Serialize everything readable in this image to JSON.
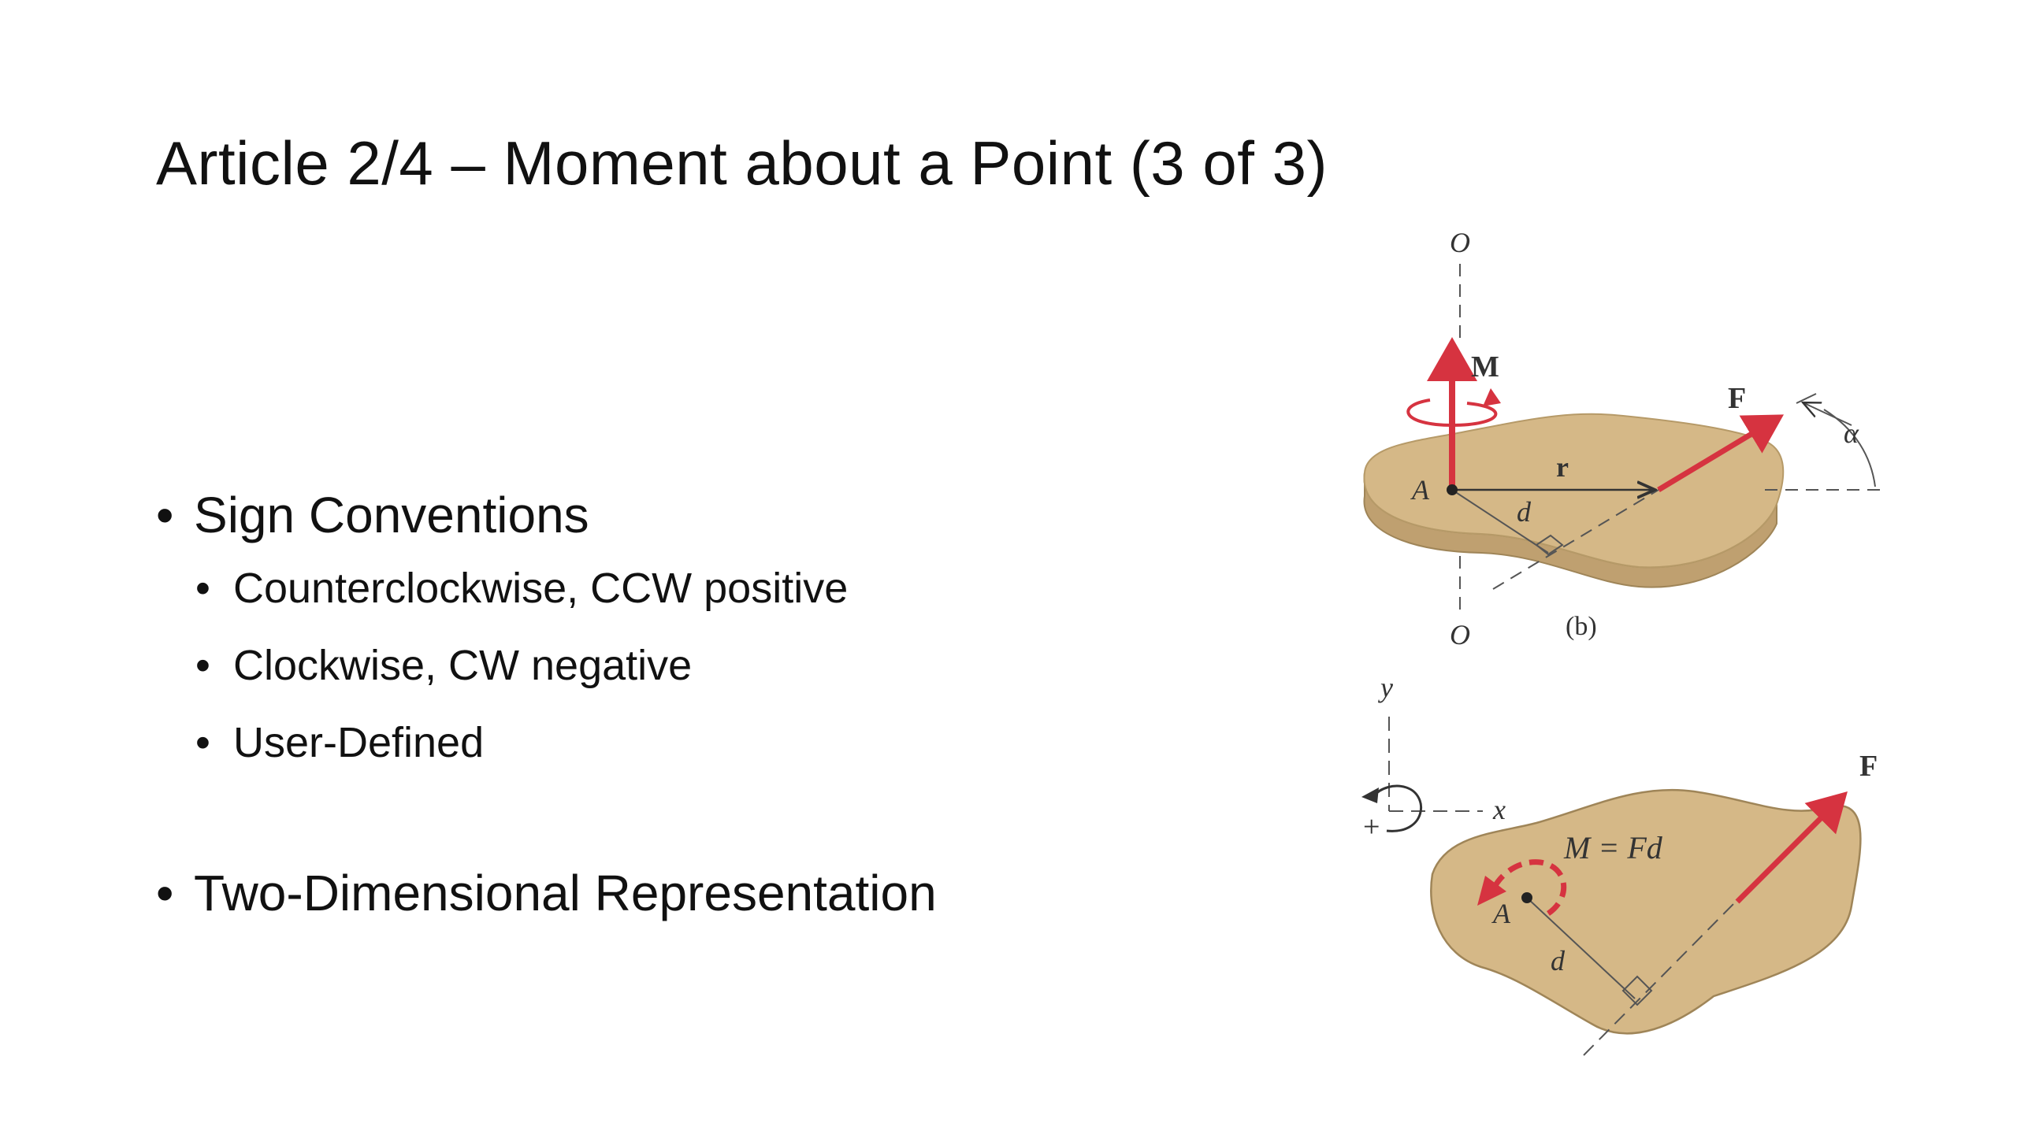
{
  "slide": {
    "title": "Article 2/4 – Moment about a Point (3 of 3)",
    "bullets": [
      {
        "text": "Sign Conventions",
        "sub": [
          "Counterclockwise, CCW positive",
          "Clockwise, CW negative",
          "User-Defined"
        ]
      },
      {
        "text": "Two-Dimensional Representation"
      }
    ]
  },
  "figure_b": {
    "label_O_top": "O",
    "label_O_bottom": "O",
    "label_M": "M",
    "label_F": "F",
    "label_alpha": "α",
    "label_A": "A",
    "label_r": "r",
    "label_d": "d",
    "caption": "(b)"
  },
  "figure_2d": {
    "label_y": "y",
    "label_x": "x",
    "label_plus": "+",
    "label_F": "F",
    "label_eq": "M = Fd",
    "label_A": "A",
    "label_d": "d"
  },
  "colors": {
    "body_fill": "#d5b887",
    "body_edge": "#bfa070",
    "vector_red": "#d63340",
    "ink": "#333333"
  }
}
